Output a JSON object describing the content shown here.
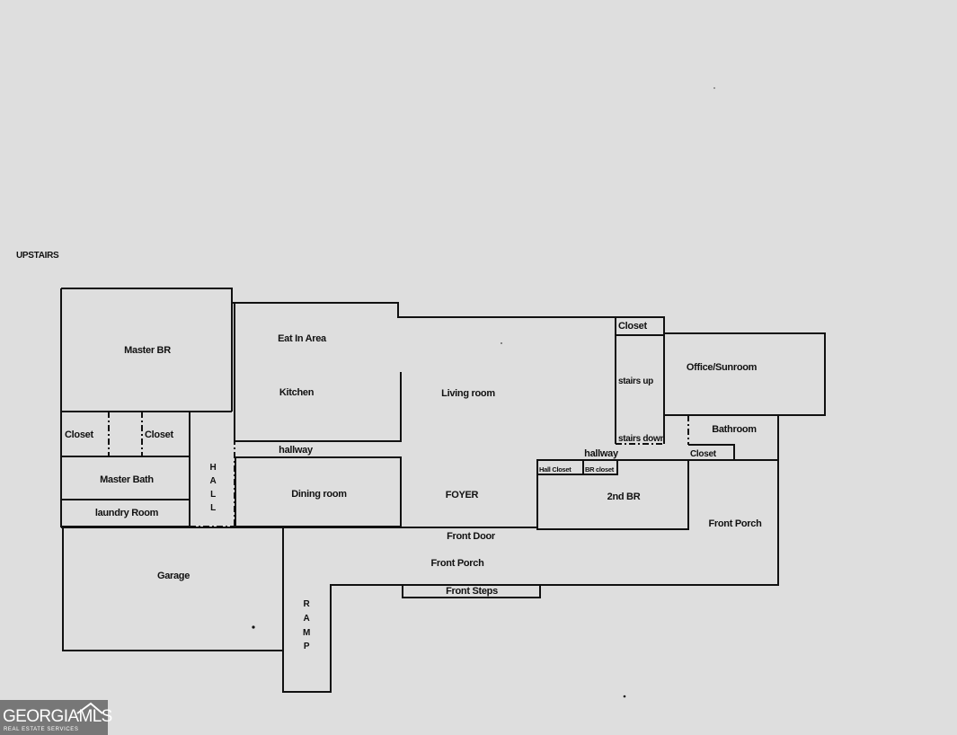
{
  "heading": "UPSTAIRS",
  "rooms": {
    "master_br": "Master BR",
    "closet_left": "Closet",
    "closet_right": "Closet",
    "master_bath": "Master Bath",
    "laundry_room": "laundry Room",
    "eat_in_area": "Eat In Area",
    "kitchen": "Kitchen",
    "living_room": "Living room",
    "hallway_left": "hallway",
    "dining_room": "Dining room",
    "foyer": "FOYER",
    "closet_top": "Closet",
    "stairs_up": "stairs up",
    "stairs_down": "stairs down",
    "office_sunroom": "Office/Sunroom",
    "bathroom": "Bathroom",
    "closet_small": "Closet",
    "hallway_right": "hallway",
    "hall_closet": "Hall Closet",
    "br_closet": "BR closet",
    "second_br": "2nd BR",
    "front_porch_right": "Front Porch",
    "front_door": "Front Door",
    "front_porch_center": "Front Porch",
    "front_steps": "Front Steps",
    "garage": "Garage"
  },
  "vertical_labels": {
    "hall": [
      "H",
      "A",
      "L",
      "L"
    ],
    "ramp": [
      "R",
      "A",
      "M",
      "P"
    ]
  },
  "logo": {
    "name": "GEORGIAMLS",
    "tagline": "REAL ESTATE SERVICES",
    "icon": "house-roof-icon"
  }
}
